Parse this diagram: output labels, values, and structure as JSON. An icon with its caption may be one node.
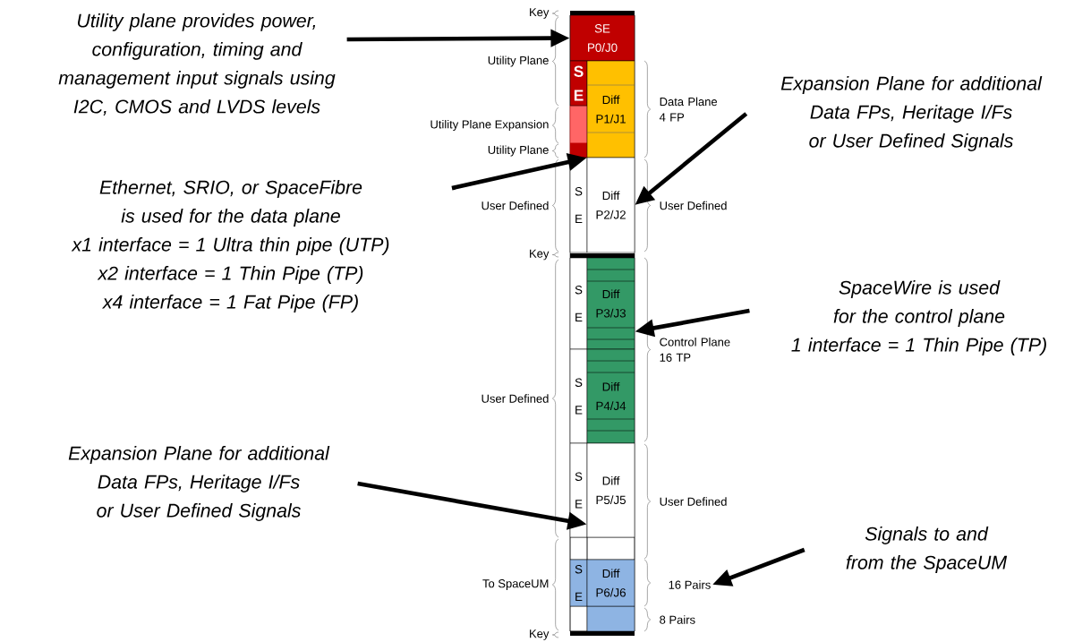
{
  "diagram": {
    "nodes": [
      {
        "text": [
          "Utility plane provides power, configuration, timing and management input signals using I2C, CMOS and LVDS levels"
        ]
      },
      {
        "text": [
          "Ethernet, SRIO, or SpaceFibre is used for the data plane",
          "x1 interface = 1 Ultra thin pipe (UTP)",
          "x2 interface = 1 Thin Pipe (TP)",
          "x4 interface = 1 Fat Pipe (FP)"
        ]
      },
      {
        "text": [
          "Expansion Plane for additional Data FPs, Heritage I/Fs or User Defined Signals"
        ]
      },
      {
        "text": [
          "SpaceWire is used for the control plane",
          "1 interface = 1 Thin Pipe (TP)"
        ]
      },
      {
        "text": [
          "Expansion Plane for additional Data FPs, Heritage I/Fs or User Defined Signals"
        ]
      },
      {
        "text": [
          "Signals to and from the SpaceUM"
        ]
      },
      {
        "text": [
          "SE P0/J0"
        ]
      },
      {
        "text": [
          "S E"
        ]
      },
      {
        "text": [
          "Diff P1/J1"
        ]
      },
      {
        "text": [
          "S E"
        ]
      },
      {
        "text": [
          "Diff P2/J2"
        ]
      },
      {
        "text": [
          "S E"
        ]
      },
      {
        "text": [
          "Diff P3/J3"
        ]
      },
      {
        "text": [
          "S E"
        ]
      },
      {
        "text": [
          "Diff P4/J4"
        ]
      },
      {
        "text": [
          "S E"
        ]
      },
      {
        "text": [
          "Diff P5/J5"
        ]
      },
      {
        "text": [
          "S E"
        ]
      },
      {
        "text": [
          "Diff P6/J6"
        ]
      },
      {
        "text": [
          "16 Pairs"
        ]
      }
    ],
    "edges": [
      {
        "from": 0,
        "to": 6,
        "arrow": "to"
      },
      {
        "from": 1,
        "to": 8,
        "arrow": "to"
      },
      {
        "from": 2,
        "to": 10,
        "arrow": "to"
      },
      {
        "from": 3,
        "to": 12,
        "arrow": "to"
      },
      {
        "from": 4,
        "to": 16,
        "arrow": "to"
      },
      {
        "from": 5,
        "to": 19,
        "arrow": "to"
      }
    ],
    "labels": [
      "Key",
      "Utility Plane",
      "Utility Plane Expansion",
      "Utility Plane",
      "User Defined",
      "Key",
      "User Defined",
      "To SpaceUM",
      "Key",
      "Data Plane 4 FP",
      "User Defined",
      "Control Plane 16 TP",
      "User Defined",
      "8 Pairs"
    ]
  }
}
